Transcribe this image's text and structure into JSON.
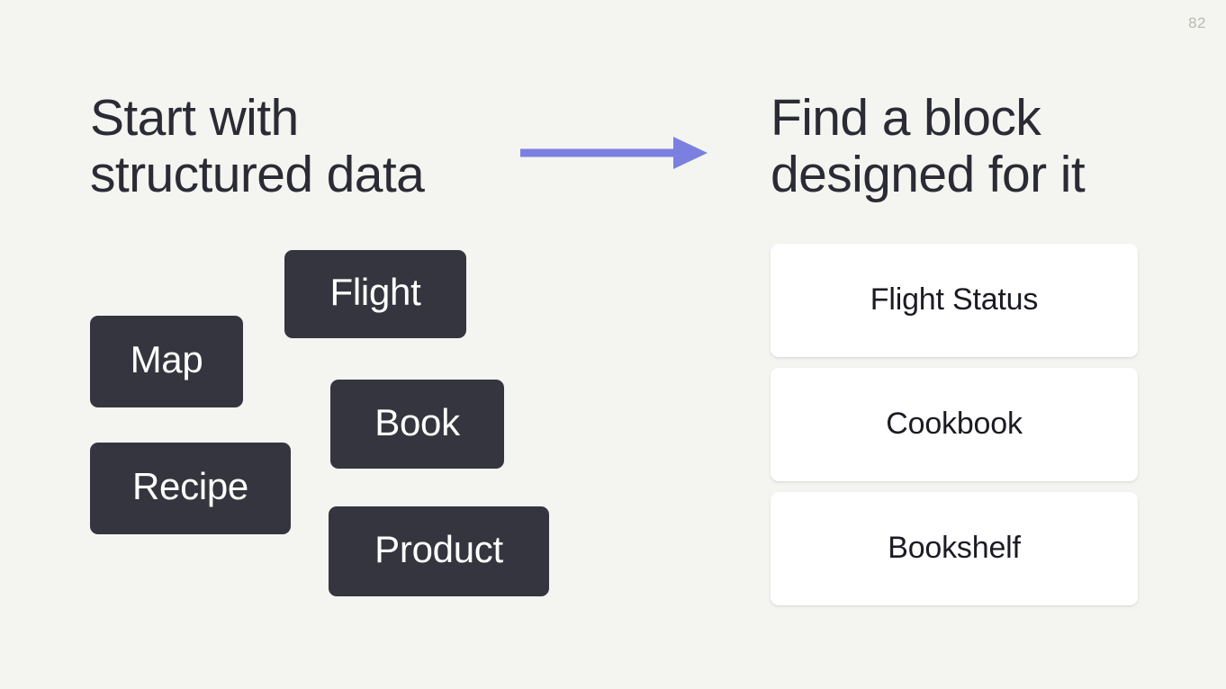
{
  "slide": {
    "page_number": "82",
    "background_color": "#f4f5f0"
  },
  "left_panel": {
    "heading": "Start with\nstructured data",
    "heading_color": "#2b2b35",
    "chip_color": "#35353f",
    "chip_text_color": "#ffffff",
    "chips": [
      {
        "label": "Flight"
      },
      {
        "label": "Map"
      },
      {
        "label": "Book"
      },
      {
        "label": "Recipe"
      },
      {
        "label": "Product"
      }
    ]
  },
  "connector": {
    "icon": "arrow-right-icon",
    "color": "#7b7fe0",
    "direction": "right"
  },
  "right_panel": {
    "heading": "Find a block\ndesigned for it",
    "heading_color": "#2b2b35",
    "card_color": "#ffffff",
    "card_text_color": "#1b1b24",
    "cards": [
      {
        "label": "Flight Status"
      },
      {
        "label": "Cookbook"
      },
      {
        "label": "Bookshelf"
      }
    ]
  }
}
